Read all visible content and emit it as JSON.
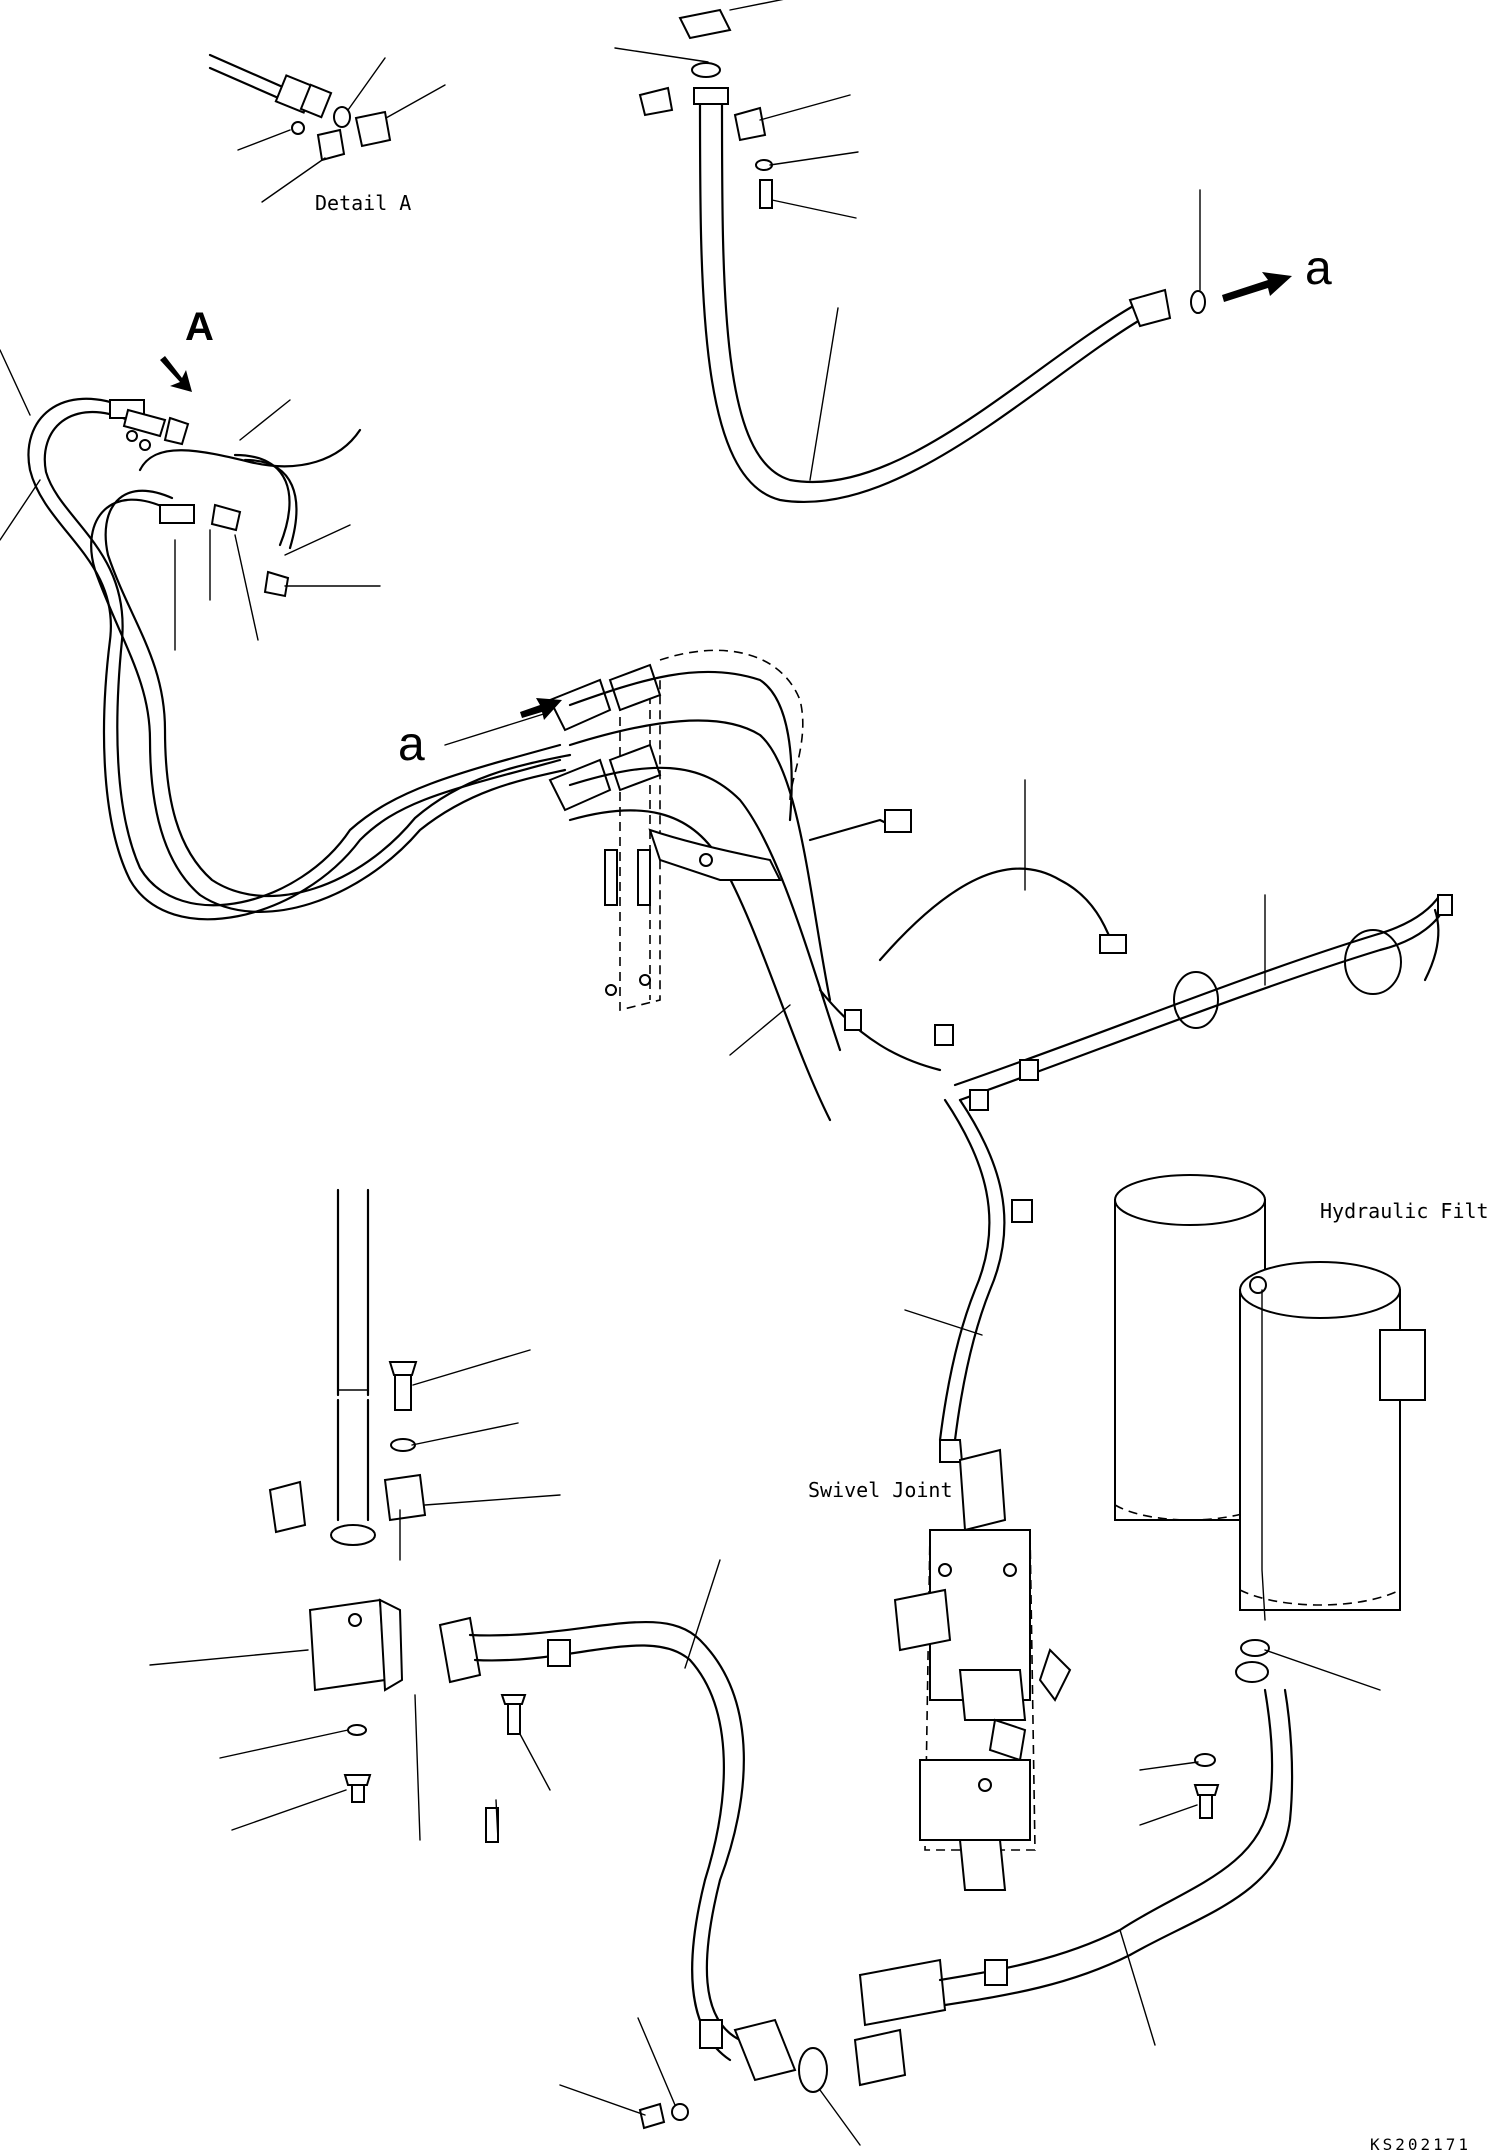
{
  "labels": {
    "detail_a": "Detail A",
    "view_a": "A",
    "ref_a_top": "a",
    "ref_a_mid": "a",
    "hydraulic_filter": "Hydraulic Filter",
    "swivel_joint": "Swivel Joint",
    "drawing_code": "KS202171"
  },
  "icons": {
    "view_arrow": "arrow-down-right-icon",
    "ref_arrow": "arrow-right-icon"
  }
}
